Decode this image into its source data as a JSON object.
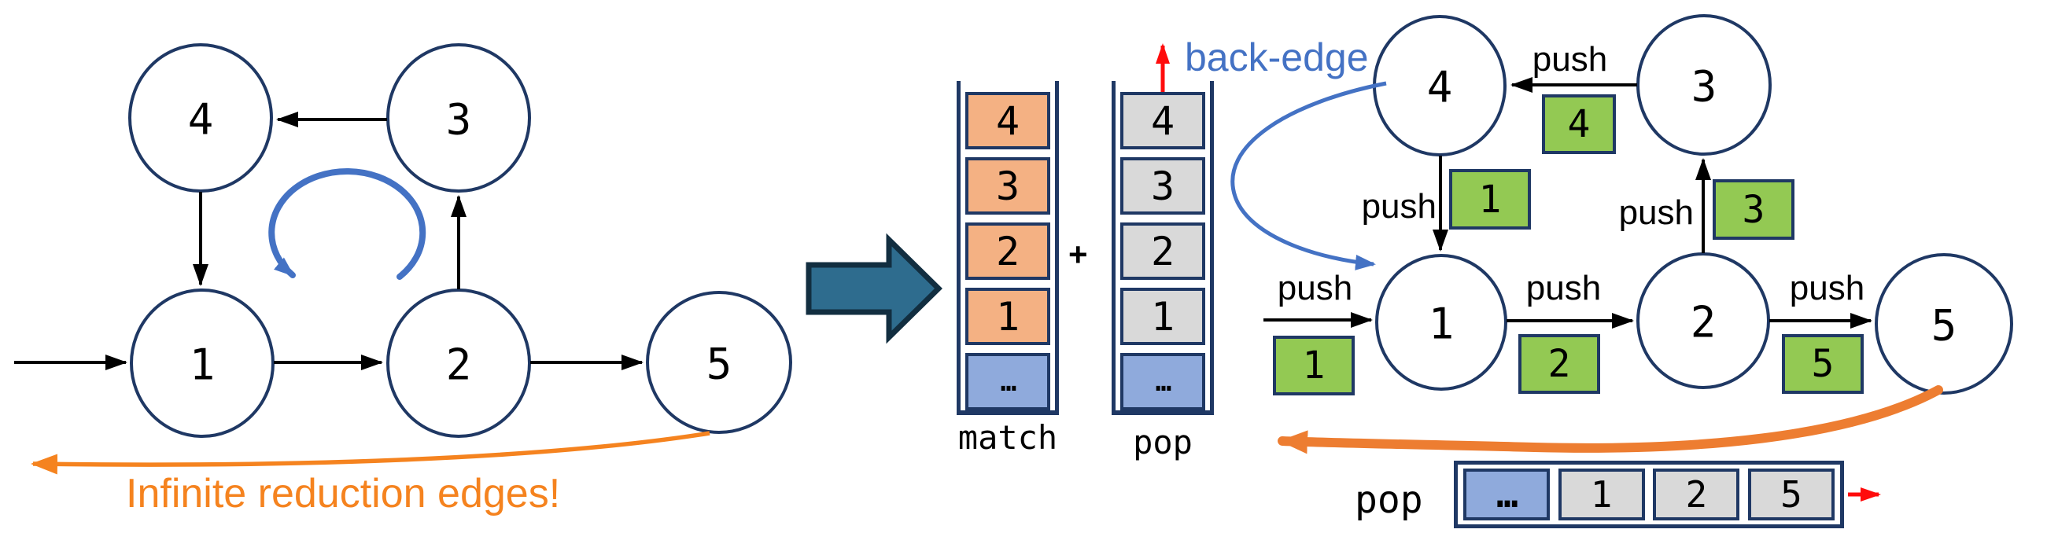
{
  "left_graph": {
    "nodes": [
      {
        "id": "4",
        "label": "4"
      },
      {
        "id": "3",
        "label": "3"
      },
      {
        "id": "1",
        "label": "1"
      },
      {
        "id": "2",
        "label": "2"
      },
      {
        "id": "5",
        "label": "5"
      }
    ],
    "caption": "Infinite reduction edges!"
  },
  "stacks": {
    "match": {
      "label": "match",
      "cells": [
        "4",
        "3",
        "2",
        "1",
        "…"
      ]
    },
    "plus_sign": "+",
    "pop": {
      "label": "pop",
      "cells": [
        "4",
        "3",
        "2",
        "1",
        "…"
      ]
    }
  },
  "right_graph": {
    "back_edge_label": "back-edge",
    "nodes": [
      {
        "id": "4",
        "label": "4"
      },
      {
        "id": "3",
        "label": "3"
      },
      {
        "id": "1",
        "label": "1"
      },
      {
        "id": "2",
        "label": "2"
      },
      {
        "id": "5",
        "label": "5"
      }
    ],
    "edges": [
      {
        "name": "entry-to-1",
        "label": "push",
        "token": "1"
      },
      {
        "name": "1-to-2",
        "label": "push",
        "token": "2"
      },
      {
        "name": "2-to-5",
        "label": "push",
        "token": "5"
      },
      {
        "name": "3-to-4",
        "label": "push",
        "token": "4"
      },
      {
        "name": "4-to-1",
        "label": "push",
        "token": "1"
      },
      {
        "name": "2-to-3",
        "label": "push",
        "token": "3"
      }
    ],
    "pop_row": {
      "label": "pop",
      "cells": [
        "…",
        "1",
        "2",
        "5"
      ]
    }
  },
  "colors": {
    "node_border": "#1F3864",
    "accent_blue": "#4472C4",
    "orange_thick": "#ED7D31",
    "orange_bright": "#F5831F",
    "teal_fill": "#2E6C8E",
    "teal_border": "#122E40",
    "token_green": "#93C953",
    "match_peach": "#F4B183",
    "pop_gray": "#D9D9D9",
    "ellipsis_blue": "#8FAADC",
    "red": "#FF0000"
  }
}
